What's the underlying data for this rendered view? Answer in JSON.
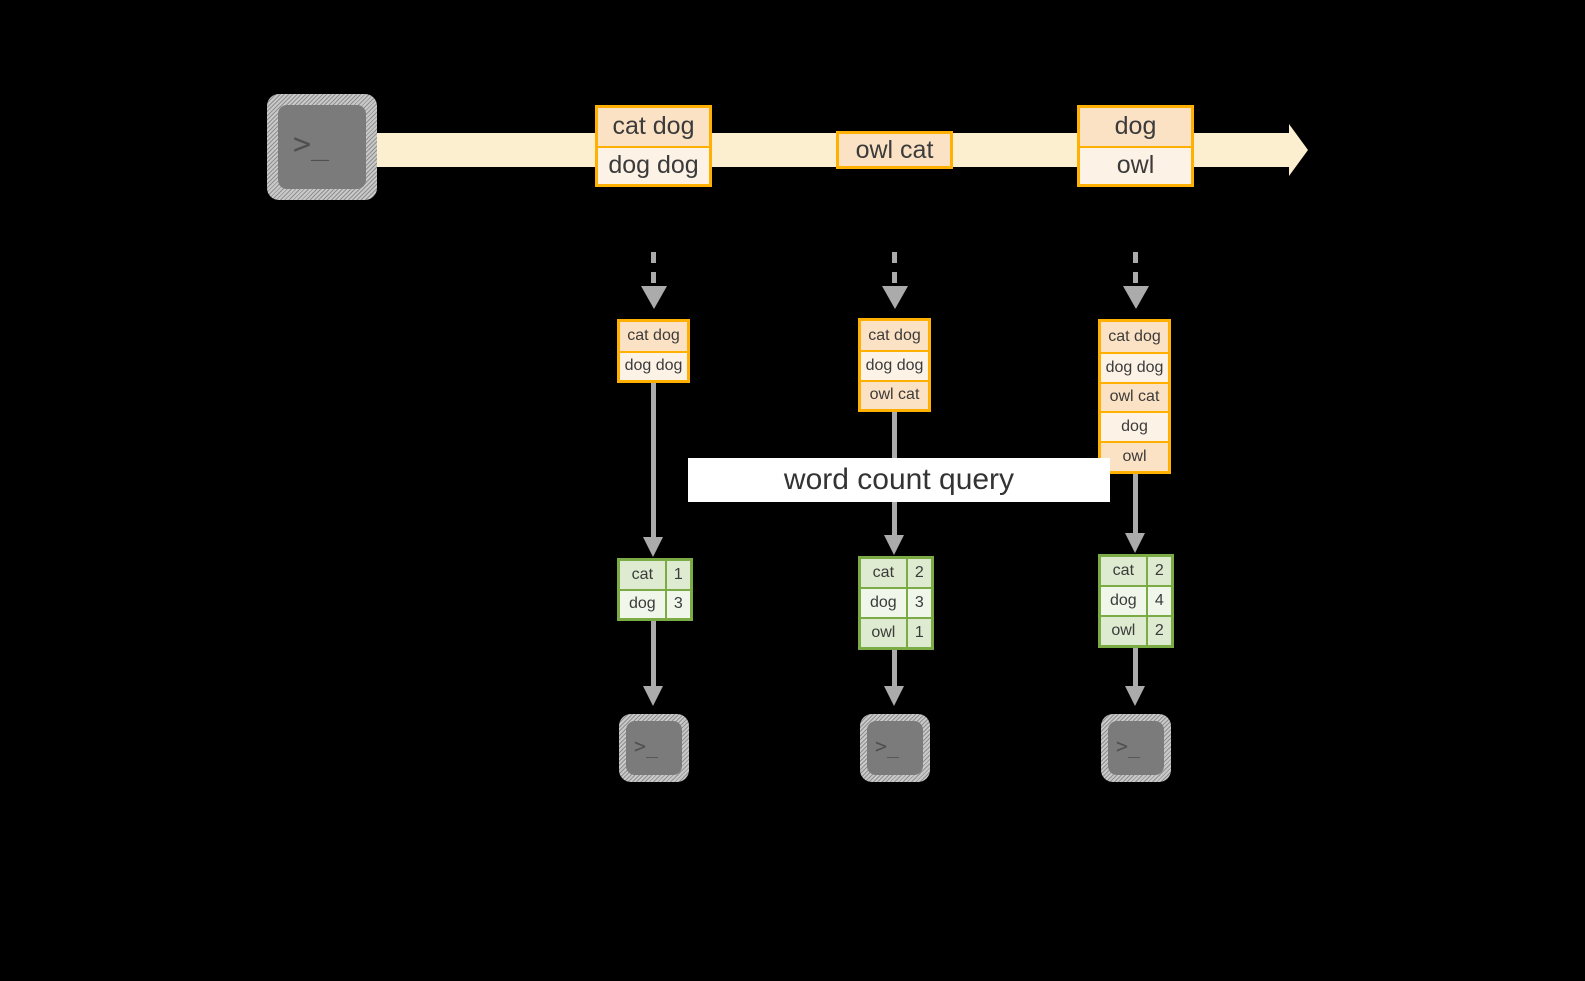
{
  "diagram": {
    "title_banner": "word count query",
    "source_terminal": {
      "icon": "terminal-icon",
      "glyph": ">_"
    },
    "stream": {
      "direction": "left-to-right",
      "color": "#FCEFCF",
      "border_color": "#FFB000",
      "records": [
        {
          "lines": [
            "cat dog",
            "dog dog"
          ]
        },
        {
          "lines": [
            "owl cat"
          ]
        },
        {
          "lines": [
            "dog",
            "owl"
          ]
        }
      ]
    },
    "snapshots": [
      {
        "id": "snapshot-1",
        "lines": [
          "cat dog",
          "dog dog"
        ],
        "result": {
          "rows": [
            {
              "word": "cat",
              "count": "1"
            },
            {
              "word": "dog",
              "count": "3"
            }
          ]
        },
        "sink_terminal": {
          "icon": "terminal-icon",
          "glyph": ">_"
        }
      },
      {
        "id": "snapshot-2",
        "lines": [
          "cat dog",
          "dog dog",
          "owl cat"
        ],
        "result": {
          "rows": [
            {
              "word": "cat",
              "count": "2"
            },
            {
              "word": "dog",
              "count": "3"
            },
            {
              "word": "owl",
              "count": "1"
            }
          ]
        },
        "sink_terminal": {
          "icon": "terminal-icon",
          "glyph": ">_"
        }
      },
      {
        "id": "snapshot-3",
        "lines": [
          "cat dog",
          "dog dog",
          "owl cat",
          "dog",
          "owl"
        ],
        "result": {
          "rows": [
            {
              "word": "cat",
              "count": "2"
            },
            {
              "word": "dog",
              "count": "4"
            },
            {
              "word": "owl",
              "count": "2"
            }
          ]
        },
        "sink_terminal": {
          "icon": "terminal-icon",
          "glyph": ">_"
        }
      }
    ],
    "colors": {
      "background": "#000000",
      "stream_fill": "#FCEFCF",
      "record_border": "#FFB000",
      "record_fill_dark": "#FCE2C4",
      "record_fill_light": "#FDF2E6",
      "result_border": "#7AAB45",
      "result_fill_dark": "#DEEBD0",
      "result_fill_light": "#F0F6EA",
      "connector": "#ABABAB",
      "banner_fill": "#FFFFFF",
      "terminal_body": "#7B7B7B"
    }
  }
}
